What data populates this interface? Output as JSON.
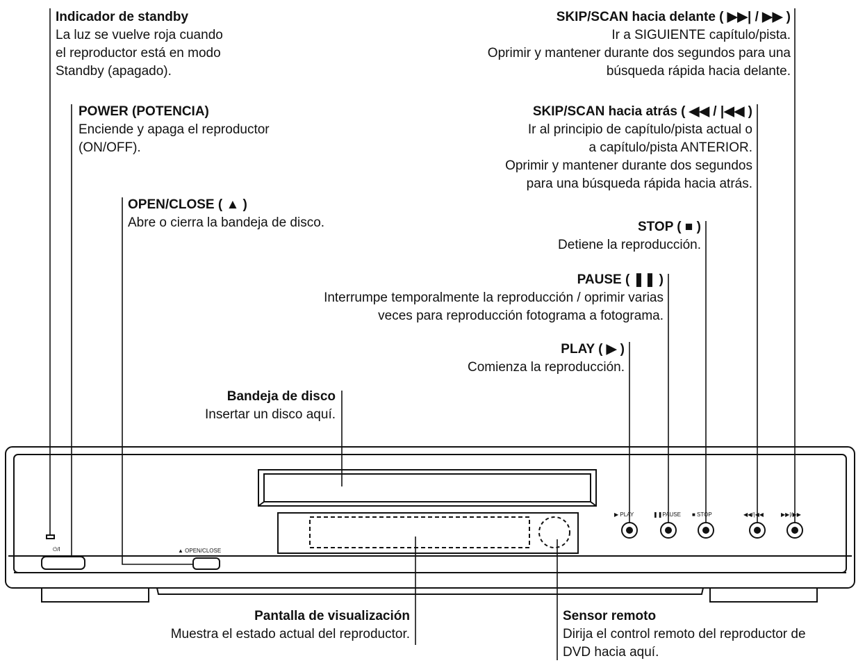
{
  "labels": {
    "standby": {
      "title": "Indicador de standby",
      "desc": "La luz se vuelve roja cuando\nel reproductor está en modo\nStandby (apagado)."
    },
    "power": {
      "title": "POWER (POTENCIA)",
      "desc": "Enciende y apaga el reproductor\n(ON/OFF)."
    },
    "open_close": {
      "title": "OPEN/CLOSE ( ▲ )",
      "desc": "Abre o cierra la bandeja de disco."
    },
    "skip_forward": {
      "title": "SKIP/SCAN hacia delante ( ▶▶| / ▶▶ )",
      "desc": "Ir a SIGUIENTE capítulo/pista.\nOprimir y mantener durante dos segundos para una\nbúsqueda rápida hacia delante."
    },
    "skip_back": {
      "title": "SKIP/SCAN hacia atrás ( ◀◀ / |◀◀ )",
      "desc": "Ir al principio de capítulo/pista actual o\na capítulo/pista ANTERIOR.\nOprimir y mantener durante dos segundos\npara una búsqueda rápida hacia atrás."
    },
    "stop": {
      "title": "STOP ( ■ )",
      "desc": "Detiene la reproducción."
    },
    "pause": {
      "title": "PAUSE ( ❚❚ )",
      "desc": "Interrumpe temporalmente la reproducción / oprimir varias\nveces para reproducción fotograma a fotograma."
    },
    "play": {
      "title": "PLAY ( ▶ )",
      "desc": "Comienza la reproducción."
    },
    "disc_tray": {
      "title": "Bandeja de disco",
      "desc": "Insertar un disco aquí."
    },
    "display": {
      "title": "Pantalla de visualización",
      "desc": "Muestra el estado actual del reproductor."
    },
    "remote_sensor": {
      "title": "Sensor remoto",
      "desc": "Dirija el control remoto del reproductor de\nDVD hacia aquí."
    }
  },
  "device": {
    "power_mark": "⏻/I",
    "open_close_mark": "▲ OPEN/CLOSE",
    "btn_play": "▶ PLAY",
    "btn_pause": "❚❚PAUSE",
    "btn_stop": "■ STOP",
    "btn_rew": "◀◀/|◀◀",
    "btn_fwd": "▶▶|/▶▶"
  }
}
